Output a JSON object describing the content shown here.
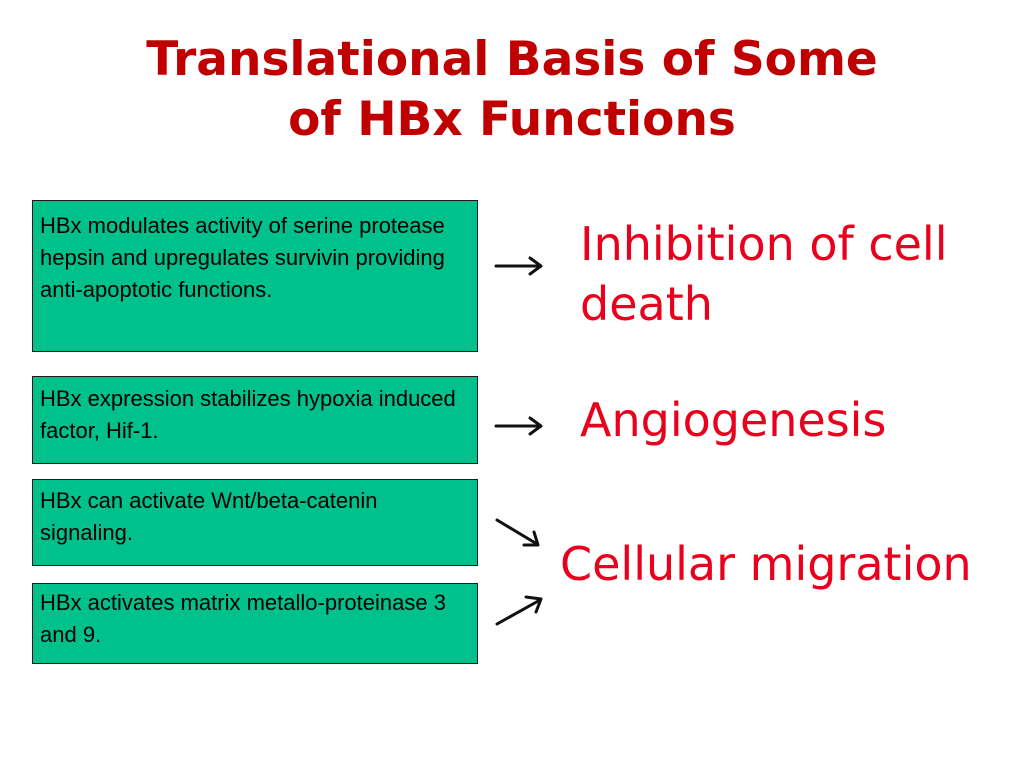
{
  "slide": {
    "title_line1": "Translational Basis of Some",
    "title_line2": "of HBx Functions"
  },
  "facts": [
    {
      "text": "HBx modulates activity of serine protease hepsin and upregulates survivin providing anti-apoptotic functions."
    },
    {
      "text": "HBx expression stabilizes hypoxia induced factor, Hif-1."
    },
    {
      "text": "HBx can activate Wnt/beta-catenin signaling."
    },
    {
      "text": "HBx activates matrix metallo-proteinase 3 and 9."
    }
  ],
  "outcomes": {
    "inhibition_line1": "Inhibition of cell",
    "inhibition_line2": "death",
    "angiogenesis": "Angiogenesis",
    "migration": "Cellular migration"
  },
  "colors": {
    "title": "#c00000",
    "box_fill": "#00c08c",
    "outcome_text": "#e8001c"
  }
}
